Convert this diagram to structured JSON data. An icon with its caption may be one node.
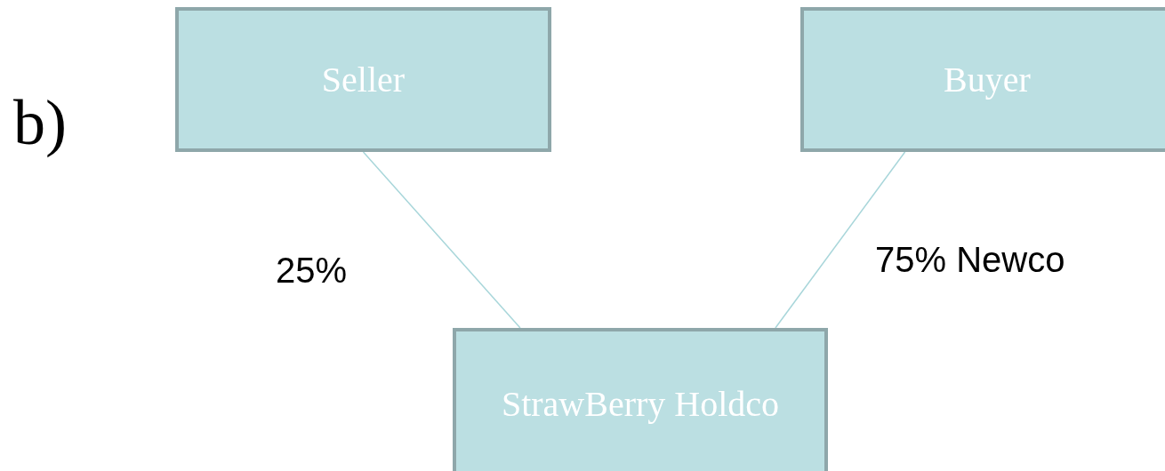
{
  "diagram": {
    "nodes": [
      {
        "text": [
          "Seller"
        ]
      },
      {
        "text": [
          "Buyer"
        ]
      },
      {
        "text": [
          "StrawBerry Holdco"
        ]
      }
    ],
    "edges": [
      {
        "from": 0,
        "to": 2,
        "arrow": "none",
        "label": "25%"
      },
      {
        "from": 1,
        "to": 2,
        "arrow": "none",
        "label": "75% Newco"
      }
    ],
    "labels": [
      "b)"
    ]
  }
}
